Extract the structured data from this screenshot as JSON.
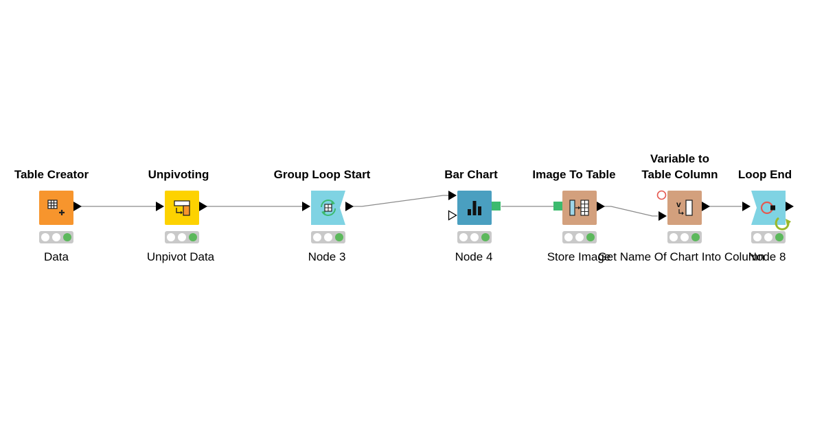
{
  "workflow": {
    "nodes": [
      {
        "id": "table-creator",
        "title": [
          "Table Creator"
        ],
        "label": "Data",
        "color": "#f7952d",
        "icon": "table-creator-icon",
        "status": "executed"
      },
      {
        "id": "unpivoting",
        "title": [
          "Unpivoting"
        ],
        "label": "Unpivot Data",
        "color": "#fdd200",
        "icon": "unpivot-icon",
        "status": "executed"
      },
      {
        "id": "group-loop-start",
        "title": [
          "Group Loop Start"
        ],
        "label": "Node 3",
        "color": "#7fd3e3",
        "icon": "loop-start-icon",
        "status": "executed"
      },
      {
        "id": "bar-chart",
        "title": [
          "Bar Chart"
        ],
        "label": "Node 4",
        "color": "#4a9fc0",
        "icon": "bar-chart-icon",
        "status": "executed"
      },
      {
        "id": "image-to-table",
        "title": [
          "Image To Table"
        ],
        "label": "Store Image",
        "color": "#d3a07d",
        "icon": "image-to-table-icon",
        "status": "executed"
      },
      {
        "id": "variable-to-table-column",
        "title": [
          "Variable to",
          "Table Column"
        ],
        "label": "Get Name Of Chart Into Column",
        "color": "#d3a07d",
        "icon": "variable-to-column-icon",
        "status": "executed"
      },
      {
        "id": "loop-end",
        "title": [
          "Loop End"
        ],
        "label": "Node 8",
        "color": "#7fd3e3",
        "icon": "loop-end-icon",
        "status": "executed"
      }
    ],
    "colors": {
      "connection": "#8a8a8a",
      "port_data": "#000000",
      "port_image": "#3cba6e",
      "port_variable": "#e5584f",
      "status_bg": "#c9c9c9",
      "status_ok": "#5cb85c",
      "loop_arrow": "#9ab82a"
    }
  }
}
